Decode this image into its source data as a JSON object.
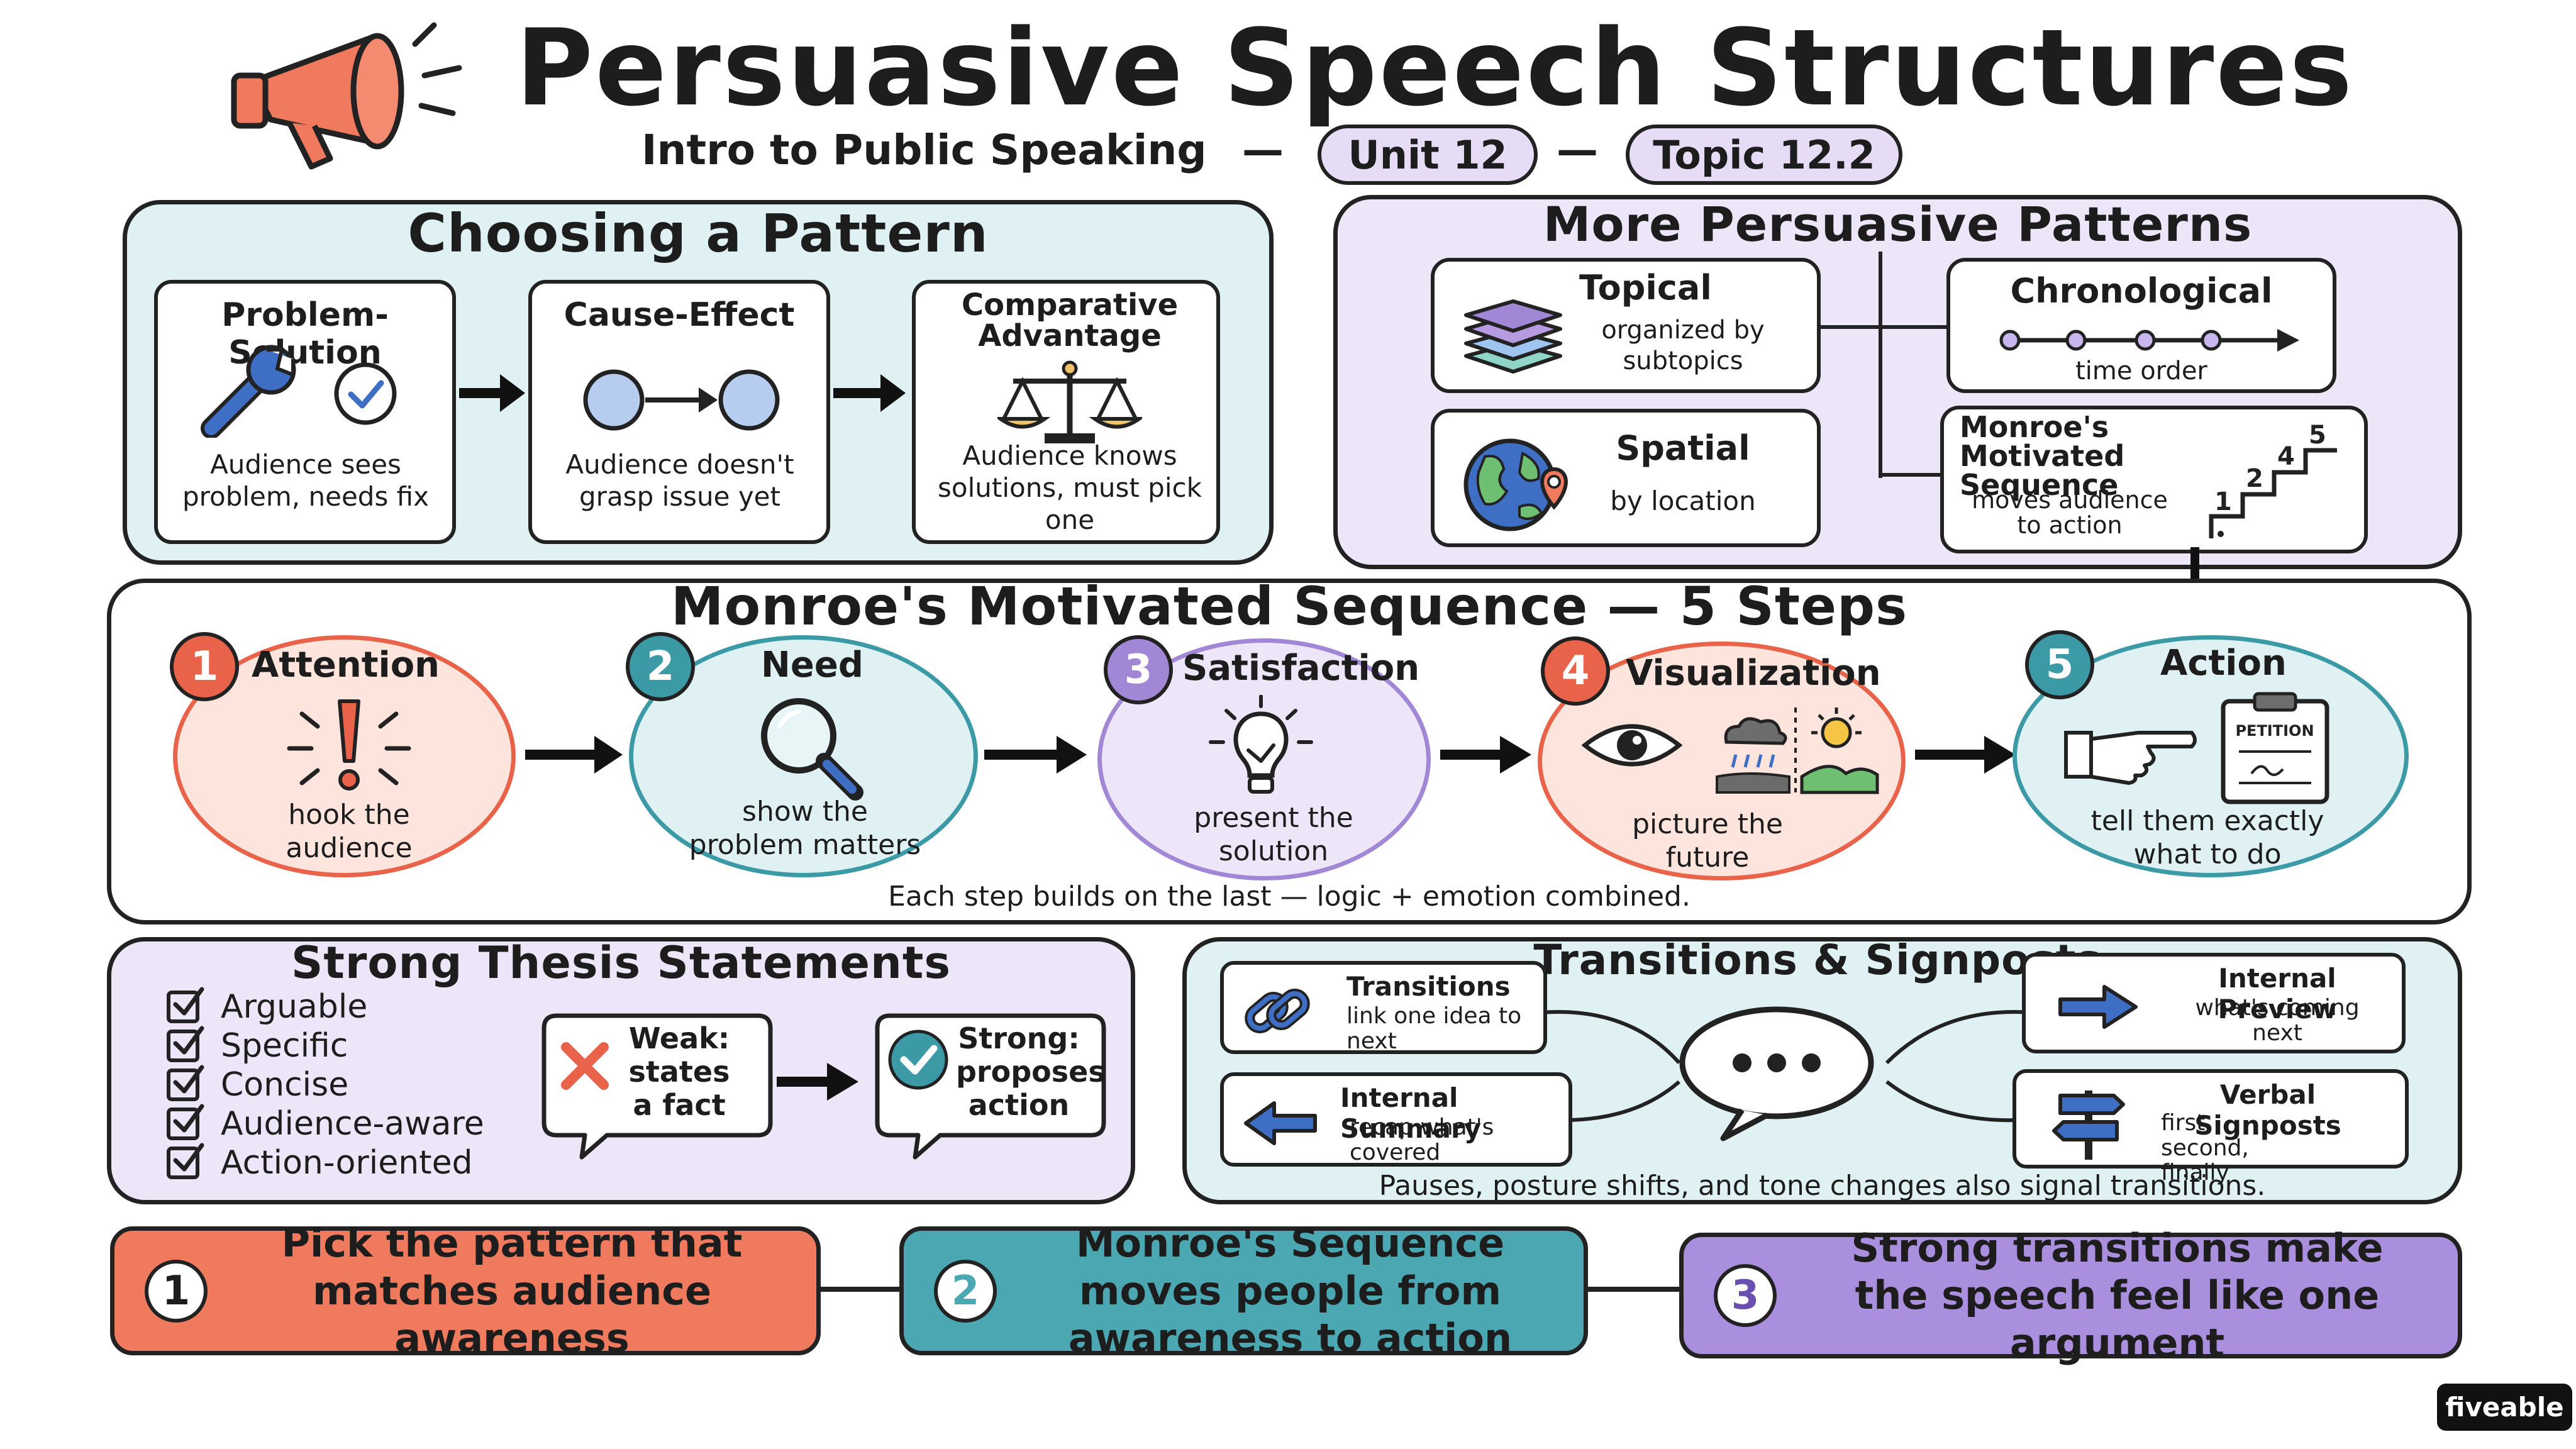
{
  "header": {
    "title": "Persuasive Speech Structures",
    "subtitle": "Intro to Public Speaking",
    "dash1": "—",
    "dash2": "—",
    "unit": "Unit 12",
    "topic": "Topic 12.2"
  },
  "choosing": {
    "title": "Choosing a Pattern",
    "cards": [
      {
        "title": "Problem-Solution",
        "text": "Audience sees problem, needs fix"
      },
      {
        "title": "Cause-Effect",
        "text": "Audience doesn't grasp issue yet"
      },
      {
        "title": "Comparative Advantage",
        "text": "Audience knows solutions, must pick one"
      }
    ]
  },
  "more": {
    "title": "More Persuasive Patterns",
    "topical": {
      "title": "Topical",
      "text": "organized by subtopics"
    },
    "chronological": {
      "title": "Chronological",
      "text": "time order"
    },
    "spatial": {
      "title": "Spatial",
      "text": "by location"
    },
    "monroe": {
      "title": "Monroe's Motivated Sequence",
      "text": "moves audience to action",
      "steps": [
        "1",
        "2",
        "4",
        "5"
      ]
    }
  },
  "sequence": {
    "title": "Monroe's Motivated Sequence — 5 Steps",
    "steps": [
      {
        "num": "1",
        "title": "Attention",
        "text": "hook the audience",
        "color": "#e8634a"
      },
      {
        "num": "2",
        "title": "Need",
        "text": "show the problem matters",
        "color": "#3b9aa6"
      },
      {
        "num": "3",
        "title": "Satisfaction",
        "text": "present the solution",
        "color": "#a287d6"
      },
      {
        "num": "4",
        "title": "Visualization",
        "text": "picture the future",
        "color": "#e8634a"
      },
      {
        "num": "5",
        "title": "Action",
        "text": "tell them exactly what to do",
        "color": "#3b9aa6"
      }
    ],
    "petition_label": "PETITION",
    "caption": "Each step builds on the last — logic + emotion combined."
  },
  "thesis": {
    "title": "Strong Thesis Statements",
    "checklist": [
      "Arguable",
      "Specific",
      "Concise",
      "Audience-aware",
      "Action-oriented"
    ],
    "weak": "Weak: states a fact",
    "strong": "Strong: proposes action"
  },
  "transitions": {
    "title": "Transitions & Signposts",
    "items": [
      {
        "title": "Transitions",
        "text": "link one idea to next"
      },
      {
        "title": "Internal Summary",
        "text": "recap what's covered"
      },
      {
        "title": "Internal Preview",
        "text": "what's coming next"
      },
      {
        "title": "Verbal Signposts",
        "text": "first, second, finally"
      }
    ],
    "caption": "Pauses, posture shifts, and tone changes also signal transitions."
  },
  "takeaways": [
    {
      "num": "1",
      "text": "Pick the pattern that matches audience awareness",
      "color": "#f07a5e"
    },
    {
      "num": "2",
      "text": "Monroe's Sequence moves people from awareness to action",
      "color": "#4ba8b3"
    },
    {
      "num": "3",
      "text": "Strong transitions make the speech feel like one argument",
      "color": "#a98fde"
    }
  ],
  "brand": "fiveable",
  "colors": {
    "teal_panel": "#dff1f3",
    "lavender_panel": "#ede6f8",
    "coral": "#f07a5e",
    "teal": "#4ba8b3",
    "purple": "#a98fde"
  }
}
